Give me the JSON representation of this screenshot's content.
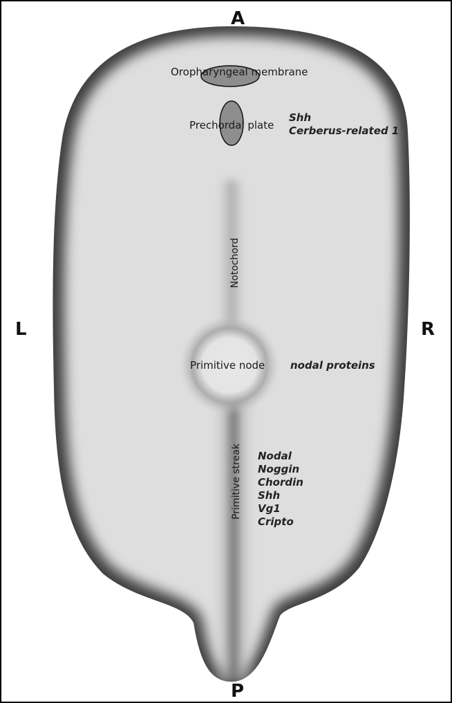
{
  "axes": {
    "anterior": "A",
    "posterior": "P",
    "left": "L",
    "right": "R"
  },
  "structures": {
    "oropharyngeal_membrane": "Oropharyngeal membrane",
    "prechordal_plate": "Prechordal plate",
    "notochord": "Notochord",
    "primitive_node": "Primitive node",
    "primitive_streak": "Primitive streak"
  },
  "genes": {
    "prechordal_plate": [
      "Shh",
      "Cerberus-related 1"
    ],
    "primitive_node": "nodal proteins",
    "primitive_streak": [
      "Nodal",
      "Noggin",
      "Chordin",
      "Shh",
      "Vg1",
      "Cripto"
    ]
  },
  "colors": {
    "embryo_fill": "#dedede",
    "embryo_shadow": "#3a3a3a",
    "membrane_fill": "#8e8e8e",
    "streak_dark": "#5a5a5a",
    "frame": "#000000"
  }
}
